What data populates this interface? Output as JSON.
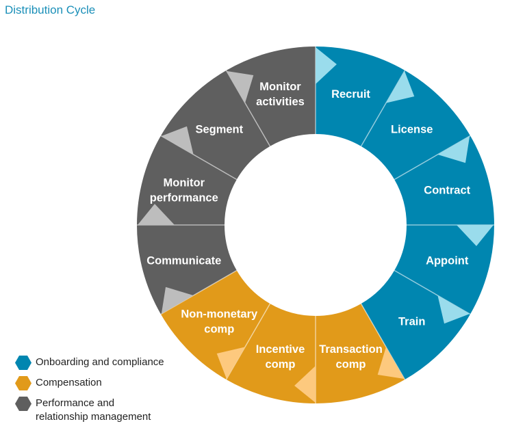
{
  "title": "Distribution Cycle",
  "groups": [
    {
      "id": "onboarding",
      "label": "Onboarding and compliance",
      "color": "#0086b0",
      "arrow_color": "#9adcec"
    },
    {
      "id": "compensation",
      "label": "Compensation",
      "color": "#e19a1a",
      "arrow_color": "#fdc97e"
    },
    {
      "id": "performance",
      "label": "Performance and\nrelationship management",
      "color": "#5f5f5f",
      "arrow_color": "#bdbdbd"
    }
  ],
  "segments": [
    {
      "label": [
        "Recruit"
      ],
      "group": "onboarding"
    },
    {
      "label": [
        "License"
      ],
      "group": "onboarding"
    },
    {
      "label": [
        "Contract"
      ],
      "group": "onboarding"
    },
    {
      "label": [
        "Appoint"
      ],
      "group": "onboarding"
    },
    {
      "label": [
        "Train"
      ],
      "group": "onboarding"
    },
    {
      "label": [
        "Transaction",
        "comp"
      ],
      "group": "compensation"
    },
    {
      "label": [
        "Incentive",
        "comp"
      ],
      "group": "compensation"
    },
    {
      "label": [
        "Non-monetary",
        "comp"
      ],
      "group": "compensation"
    },
    {
      "label": [
        "Communicate"
      ],
      "group": "performance"
    },
    {
      "label": [
        "Monitor",
        "performance"
      ],
      "group": "performance"
    },
    {
      "label": [
        "Segment"
      ],
      "group": "performance"
    },
    {
      "label": [
        "Monitor",
        "activities"
      ],
      "group": "performance"
    }
  ]
}
